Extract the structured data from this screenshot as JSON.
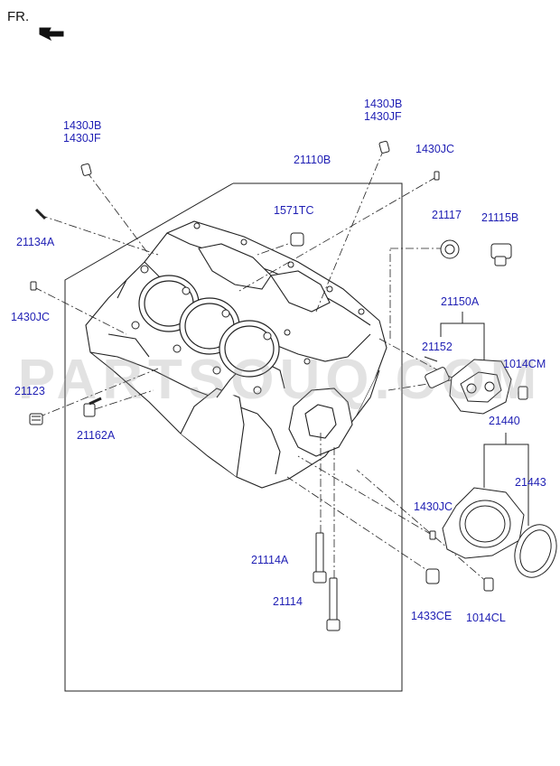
{
  "header": {
    "direction_label": "FR."
  },
  "watermark": "PARTSOUQ.COM",
  "parts": [
    {
      "id": "p_1430jb_l",
      "text": "1430JB"
    },
    {
      "id": "p_1430jf_l",
      "text": "1430JF"
    },
    {
      "id": "p_1430jb_r",
      "text": "1430JB"
    },
    {
      "id": "p_1430jf_r",
      "text": "1430JF"
    },
    {
      "id": "p_1430jc_t",
      "text": "1430JC"
    },
    {
      "id": "p_21110b",
      "text": "21110B"
    },
    {
      "id": "p_1571tc",
      "text": "1571TC"
    },
    {
      "id": "p_21117",
      "text": "21117"
    },
    {
      "id": "p_21115b",
      "text": "21115B"
    },
    {
      "id": "p_21134a",
      "text": "21134A"
    },
    {
      "id": "p_1430jc_l",
      "text": "1430JC"
    },
    {
      "id": "p_21150a",
      "text": "21150A"
    },
    {
      "id": "p_21152",
      "text": "21152"
    },
    {
      "id": "p_1014cm",
      "text": "1014CM"
    },
    {
      "id": "p_21123",
      "text": "21123"
    },
    {
      "id": "p_21162a",
      "text": "21162A"
    },
    {
      "id": "p_21440",
      "text": "21440"
    },
    {
      "id": "p_21443",
      "text": "21443"
    },
    {
      "id": "p_1430jc_b",
      "text": "1430JC"
    },
    {
      "id": "p_21114a",
      "text": "21114A"
    },
    {
      "id": "p_21114",
      "text": "21114"
    },
    {
      "id": "p_1433ce",
      "text": "1433CE"
    },
    {
      "id": "p_1014cl",
      "text": "1014CL"
    }
  ],
  "colors": {
    "label": "#1f1fb4",
    "line": "#222222",
    "watermark": "#969696"
  }
}
